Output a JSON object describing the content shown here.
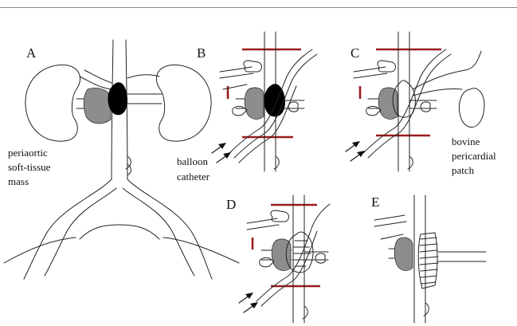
{
  "panels": {
    "a": {
      "label": "A",
      "annotation": [
        "periaortic",
        "soft-tissue",
        "mass"
      ]
    },
    "b": {
      "label": "B",
      "annotation": [
        "balloon",
        "catheter"
      ]
    },
    "c": {
      "label": "C",
      "annotation": [
        "bovine",
        "pericardial",
        "patch"
      ]
    },
    "d": {
      "label": "D"
    },
    "e": {
      "label": "E"
    }
  },
  "colors": {
    "clamp": "#9b1b1b",
    "mass": "#8d8d8d",
    "aneurysm": "#000000",
    "line": "#222222"
  }
}
